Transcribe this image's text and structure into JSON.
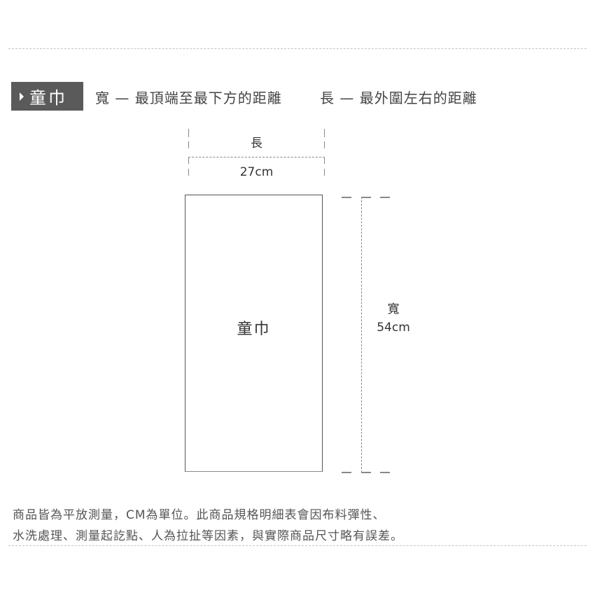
{
  "header": {
    "title": "童巾",
    "icon": "caret-right-icon",
    "legend_width": "寬 — 最頂端至最下方的距離",
    "legend_length": "長 — 最外圍左右的距離"
  },
  "diagram": {
    "item_label": "童巾",
    "length": {
      "label": "長",
      "value": "27cm"
    },
    "width": {
      "label": "寬",
      "value": "54cm"
    }
  },
  "footer_note": {
    "line1": "商品皆為平放測量，CM為單位。此商品規格明細表會因布料彈性、",
    "line2": "水洗處理、測量起訖點、人為拉扯等因素，與實際商品尺寸略有誤差。"
  },
  "colors": {
    "header_bg": "#5a5a5a",
    "line": "#888888",
    "divider": "#c4c4c4",
    "text": "#444444"
  }
}
